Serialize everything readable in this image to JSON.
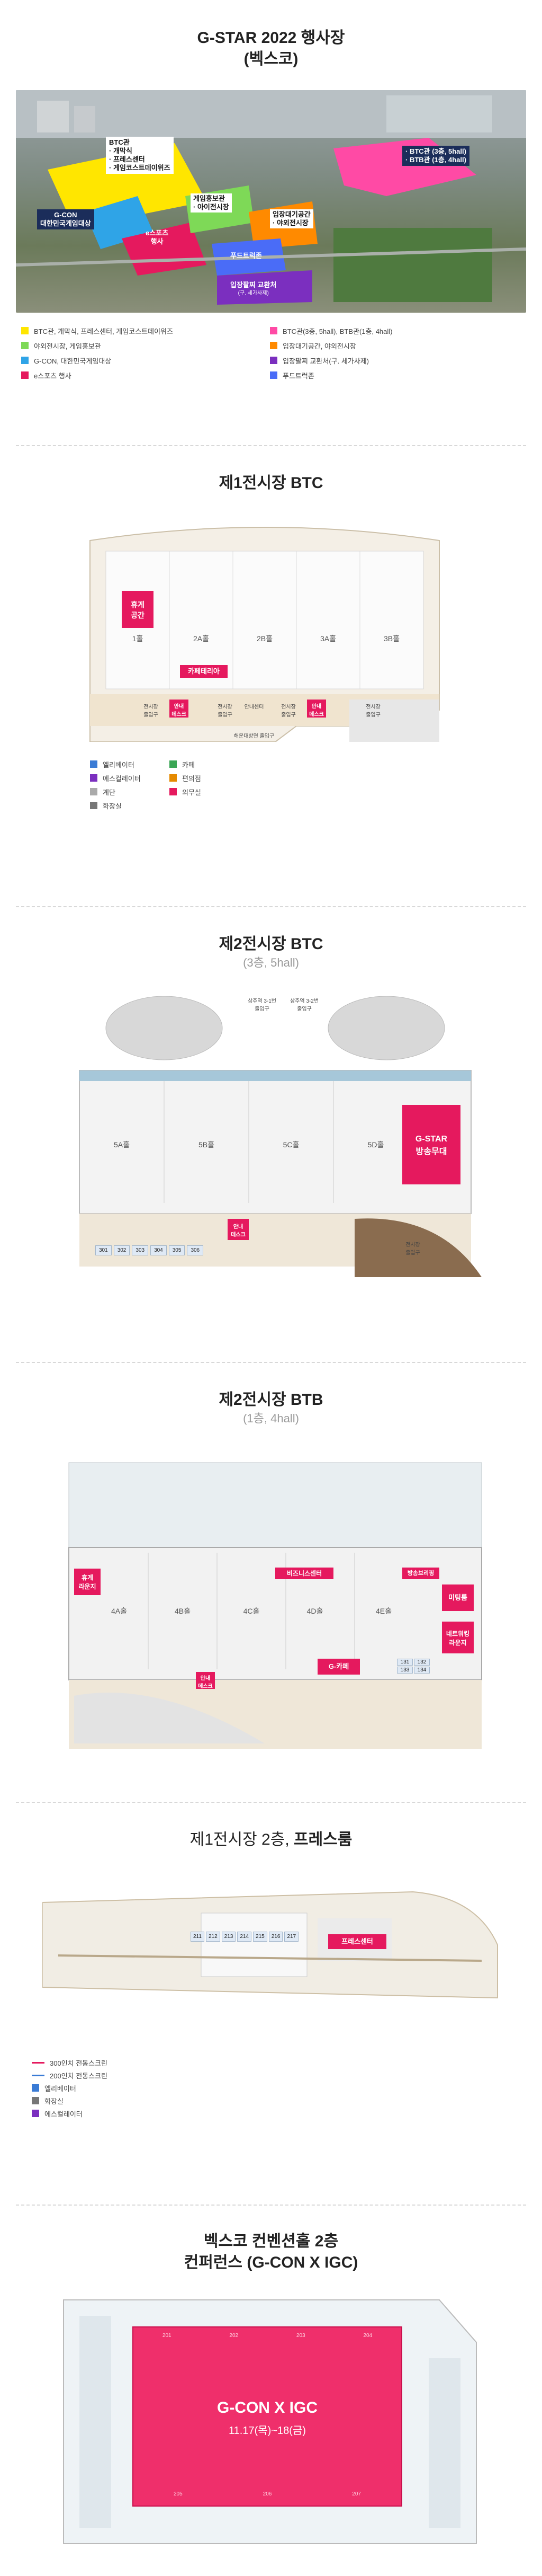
{
  "s1": {
    "title": "G-STAR 2022 행사장",
    "subtitle": "(벡스코)",
    "aerial_labels": {
      "btc": "BTC관",
      "btc_items": [
        "· 개막식",
        "· 프레스센터",
        "· 게임코스트데이위즈"
      ],
      "gcon": "G-CON",
      "gcon_sub": "대한민국게임대상",
      "esports": "e스포츠",
      "esports2": "행사",
      "hongbo": "게임홍보관",
      "hongbo2": "· 아이전시장",
      "ipjang": "입장대기공간",
      "ipjang2": "· 야외전시장",
      "food": "푸드트럭존",
      "exchange": "입장팔찌 교환처",
      "exchange_sub": "(구. 세가사제)",
      "btc2": "· BTC관 (3층, 5hall)",
      "btb2": "· BTB관 (1층, 4hall)"
    },
    "legend": [
      {
        "color": "#ffe600",
        "text": "BTC관, 개막식, 프레스센터, 게임코스트데이위즈"
      },
      {
        "color": "#ff4aa5",
        "text": "BTC관(3층, 5hall), BTB관(1층, 4hall)"
      },
      {
        "color": "#7ed957",
        "text": "야외전시장, 게임홍보관"
      },
      {
        "color": "#ff8a00",
        "text": "입장대기공간, 야외전시장"
      },
      {
        "color": "#2fa4e7",
        "text": "G-CON, 대한민국게임대상"
      },
      {
        "color": "#7b2fbf",
        "text": "입장팔찌 교환처(구. 세가사제)"
      },
      {
        "color": "#e5195e",
        "text": "e스포츠 행사"
      },
      {
        "color": "#4a6cf7",
        "text": "푸드트럭존"
      }
    ]
  },
  "s2": {
    "title": "제1전시장 BTC",
    "halls": [
      "1홀",
      "2A홀",
      "2B홀",
      "3A홀",
      "3B홀"
    ],
    "rest": "휴게\n공간",
    "cafe": "카페테리아",
    "guide1": "안내\n데스크",
    "guide2": "안내\n데스크",
    "exit_labels": [
      "전시장\n출입구",
      "전시장\n출입구",
      "전시장\n출입구",
      "전시장\n출입구"
    ],
    "info": "안내센터",
    "bottom": "해운대방면 출입구",
    "legend": [
      {
        "icon": "엘리베이터",
        "c": "#3a7bd5"
      },
      {
        "icon": "카페",
        "c": "#3aa655"
      },
      {
        "icon": "에스컬레이터",
        "c": "#7b2fbf"
      },
      {
        "icon": "편의점",
        "c": "#e58a00"
      },
      {
        "icon": "계단",
        "c": "#aaa"
      },
      {
        "icon": "의무실",
        "c": "#e5195e"
      },
      {
        "icon": "화장실",
        "c": "#777"
      }
    ]
  },
  "s3": {
    "title": "제2전시장 BTC",
    "subtitle": "(3층, 5hall)",
    "halls": [
      "5A홀",
      "5B홀",
      "5C홀",
      "5D홀"
    ],
    "studio": "G-STAR\n방송무대",
    "guide": "안내\n데스크",
    "rooms": [
      "301",
      "302",
      "303",
      "304",
      "305",
      "306"
    ],
    "top_labels": [
      "삼주역 3-1번\n출입구",
      "삼주역 3-2번\n출입구"
    ],
    "exit": "전시장\n출입구"
  },
  "s4": {
    "title": "제2전시장 BTB",
    "subtitle": "(1층, 4hall)",
    "halls": [
      "4A홀",
      "4B홀",
      "4C홀",
      "4D홀",
      "4E홀"
    ],
    "rest": "휴게\n라운지",
    "biz": "비즈니스센터",
    "press": "방송브리핑",
    "meeting": "미팅룸",
    "network": "네트워킹\n라운지",
    "gcafe": "G-카페",
    "guide": "안내\n데스크",
    "rooms": [
      "131",
      "132",
      "133",
      "134"
    ]
  },
  "s5": {
    "title": "제1전시장 2층, ",
    "title_bold": "프레스룸",
    "press": "프레스센터",
    "rooms": [
      "211",
      "212",
      "213",
      "214",
      "215",
      "216",
      "217"
    ],
    "legend": [
      {
        "color": "#e5195e",
        "text": "300인치 전동스크린",
        "line": true
      },
      {
        "color": "#3a7bd5",
        "text": "200인치 전동스크린",
        "line": true
      },
      {
        "color": "#3a7bd5",
        "text": "엘리베이터"
      },
      {
        "color": "#777",
        "text": "화장실"
      },
      {
        "color": "#7b2fbf",
        "text": "에스컬레이터"
      }
    ]
  },
  "s6": {
    "title1": "벡스코 컨벤션홀 2층",
    "title2": "컨퍼런스 (G-CON X IGC)",
    "main": "G-CON X IGC",
    "date": "11.17(목)~18(금)",
    "rooms": [
      "201",
      "202",
      "203",
      "204",
      "205",
      "206",
      "207"
    ]
  }
}
